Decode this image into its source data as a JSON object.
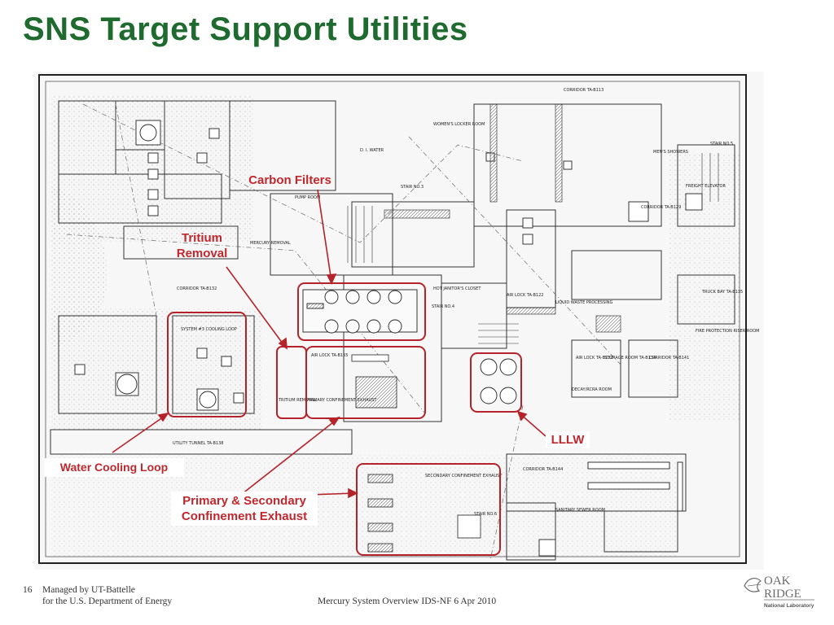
{
  "slide": {
    "title": "SNS Target Support Utilities",
    "page_number": "16"
  },
  "callouts": {
    "carbon_filters": "Carbon Filters",
    "tritium_line1": "Tritium",
    "tritium_line2": "Removal",
    "water_cooling_loop": "Water Cooling Loop",
    "lllw": "LLLW",
    "exhaust_line1": "Primary & Secondary",
    "exhaust_line2": "Confinement Exhaust"
  },
  "floor_plan_labels": {
    "system3": "SYSTEM #3 COOLING LOOP",
    "corridor_b132": "CORRIDOR TA-B132",
    "air_lock_b155": "AIR LOCK TA-B155",
    "primary_exhaust": "PRIMARY CONFINEMENT EXHAUST",
    "secondary_exhaust": "SECONDARY CONFINEMENT EXHAUST",
    "utility_tunnel": "UTILITY TUNNEL TA-B138",
    "tritium_removal": "TRITIUM REMOVAL",
    "pump_room": "PUMP ROOM",
    "mercury_removal": "MERCURY REMOVAL",
    "air_lock_b122": "AIR LOCK TA-B122",
    "air_lock_b132": "AIR LOCK TA-B132",
    "storage_room": "STORAGE ROOM TA-B134",
    "corridor_b141": "CORRIDOR TA-B141",
    "truck_bay": "TRUCK BAY TA-B135",
    "fire_protection": "FIRE PROTECTION RISER ROOM",
    "elevator": "FREIGHT ELEVATOR",
    "mens_showers": "MEN'S SHOWERS",
    "womens_locker": "WOMEN'S LOCKER ROOM",
    "corridor_b113": "CORRIDOR TA-B113",
    "stair_no5": "STAIR NO.5",
    "stair_no3": "STAIR NO.3",
    "stair_no4": "STAIR NO.4",
    "stair_no6": "STAIR NO.6",
    "sanitary_sewer": "SANITARY SEWER ROOM",
    "corridor_b144": "CORRIDOR TA-B144",
    "hot_janitors": "HOT JANITOR'S CLOSET",
    "liquid_waste": "LIQUID WASTE PROCESSING",
    "decay_room": "DECAY/RCRA ROOM",
    "corridor_b129": "CORRIDOR TA-B129",
    "d_i_water": "D. I. WATER"
  },
  "footer": {
    "managed_by": "Managed by UT-Battelle",
    "department": "for the U.S. Department of Energy",
    "center_text": "Mercury System Overview  IDS-NF 6 Apr 2010"
  },
  "logo": {
    "line1": "OAK",
    "line2": "RIDGE",
    "line3": "National Laboratory"
  },
  "colors": {
    "title_green": "#1f6a2e",
    "callout_red": "#c1272d",
    "highlight_red": "#b5232a"
  }
}
